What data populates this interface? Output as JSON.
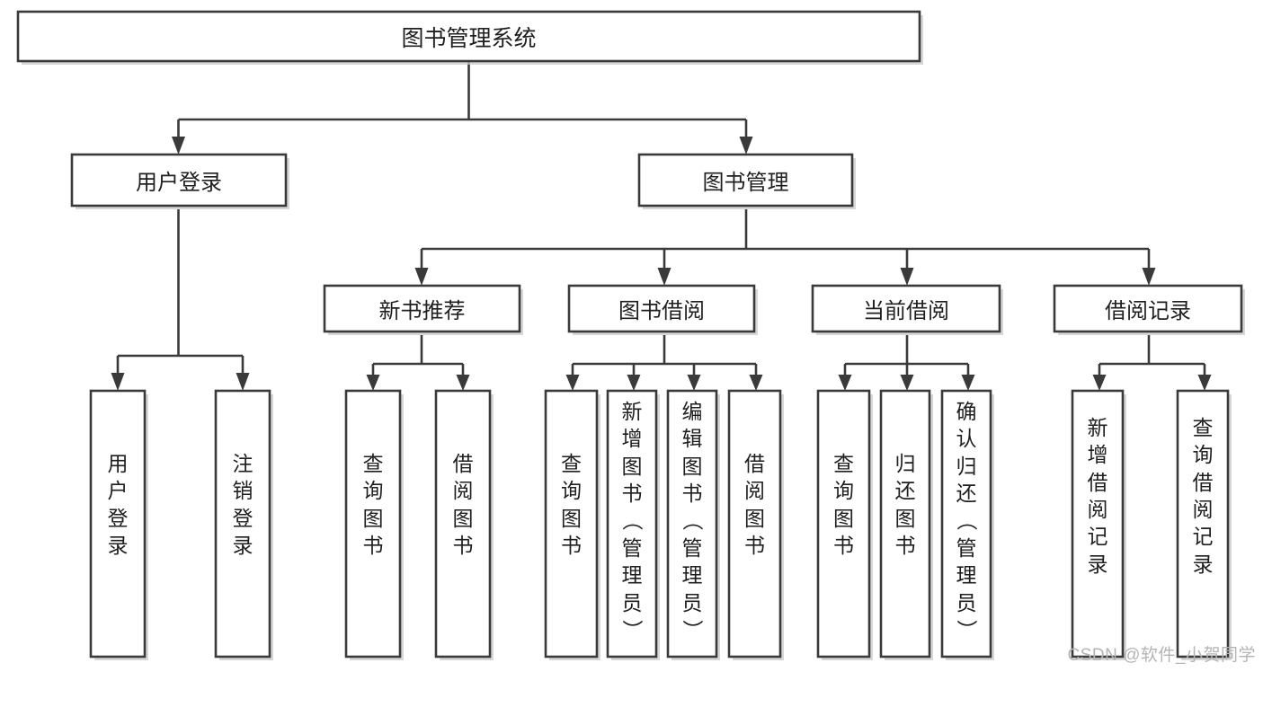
{
  "diagram": {
    "type": "tree-hierarchy",
    "title": "图书管理系统",
    "watermark": "CSDN @软件_小贺同学",
    "style": {
      "box_fill": "#ffffff",
      "box_stroke": "#3a3a3a",
      "text_color": "#1f1f1f",
      "shadow_color": "#c9c9c9",
      "watermark_color": "#b4b4b4",
      "background": "#ffffff"
    },
    "nodes": {
      "root": {
        "label": "图书管理系统",
        "orientation": "horizontal"
      },
      "level2": [
        {
          "id": "user-login",
          "label": "用户登录",
          "orientation": "horizontal"
        },
        {
          "id": "book-manage",
          "label": "图书管理",
          "orientation": "horizontal"
        }
      ],
      "level3": [
        {
          "id": "new-book-recommend",
          "label": "新书推荐",
          "orientation": "horizontal"
        },
        {
          "id": "book-borrow",
          "label": "图书借阅",
          "orientation": "horizontal"
        },
        {
          "id": "current-borrow",
          "label": "当前借阅",
          "orientation": "horizontal"
        },
        {
          "id": "borrow-record",
          "label": "借阅记录",
          "orientation": "horizontal"
        }
      ],
      "leaves": [
        {
          "id": "leaf-user-login",
          "label": "用户登录",
          "chars": [
            "用",
            "户",
            "登",
            "录"
          ],
          "parent": "user-login"
        },
        {
          "id": "leaf-logout-login",
          "label": "注销登录",
          "chars": [
            "注",
            "销",
            "登",
            "录"
          ],
          "parent": "user-login"
        },
        {
          "id": "leaf-query-book-1",
          "label": "查询图书",
          "chars": [
            "查",
            "询",
            "图",
            "书"
          ],
          "parent": "new-book-recommend"
        },
        {
          "id": "leaf-borrow-book-1",
          "label": "借阅图书",
          "chars": [
            "借",
            "阅",
            "图",
            "书"
          ],
          "parent": "new-book-recommend"
        },
        {
          "id": "leaf-query-book-2",
          "label": "查询图书",
          "chars": [
            "查",
            "询",
            "图",
            "书"
          ],
          "parent": "book-borrow"
        },
        {
          "id": "leaf-add-book",
          "label": "新增图书（管理员）",
          "chars": [
            "新",
            "增",
            "图",
            "书",
            "（",
            "管",
            "理",
            "员",
            "）"
          ],
          "parent": "book-borrow"
        },
        {
          "id": "leaf-edit-book",
          "label": "编辑图书（管理员）",
          "chars": [
            "编",
            "辑",
            "图",
            "书",
            "（",
            "管",
            "理",
            "员",
            "）"
          ],
          "parent": "book-borrow"
        },
        {
          "id": "leaf-borrow-book-2",
          "label": "借阅图书",
          "chars": [
            "借",
            "阅",
            "图",
            "书"
          ],
          "parent": "book-borrow"
        },
        {
          "id": "leaf-query-book-3",
          "label": "查询图书",
          "chars": [
            "查",
            "询",
            "图",
            "书"
          ],
          "parent": "current-borrow"
        },
        {
          "id": "leaf-return-book",
          "label": "归还图书",
          "chars": [
            "归",
            "还",
            "图",
            "书"
          ],
          "parent": "current-borrow"
        },
        {
          "id": "leaf-confirm-return",
          "label": "确认归还（管理员）",
          "chars": [
            "确",
            "认",
            "归",
            "还",
            "（",
            "管",
            "理",
            "员",
            "）"
          ],
          "parent": "current-borrow"
        },
        {
          "id": "leaf-add-record",
          "label": "新增借阅记录",
          "chars": [
            "新",
            "增",
            "借",
            "阅",
            "记",
            "录"
          ],
          "parent": "borrow-record"
        },
        {
          "id": "leaf-query-record",
          "label": "查询借阅记录",
          "chars": [
            "查",
            "询",
            "借",
            "阅",
            "记",
            "录"
          ],
          "parent": "borrow-record"
        }
      ]
    }
  }
}
